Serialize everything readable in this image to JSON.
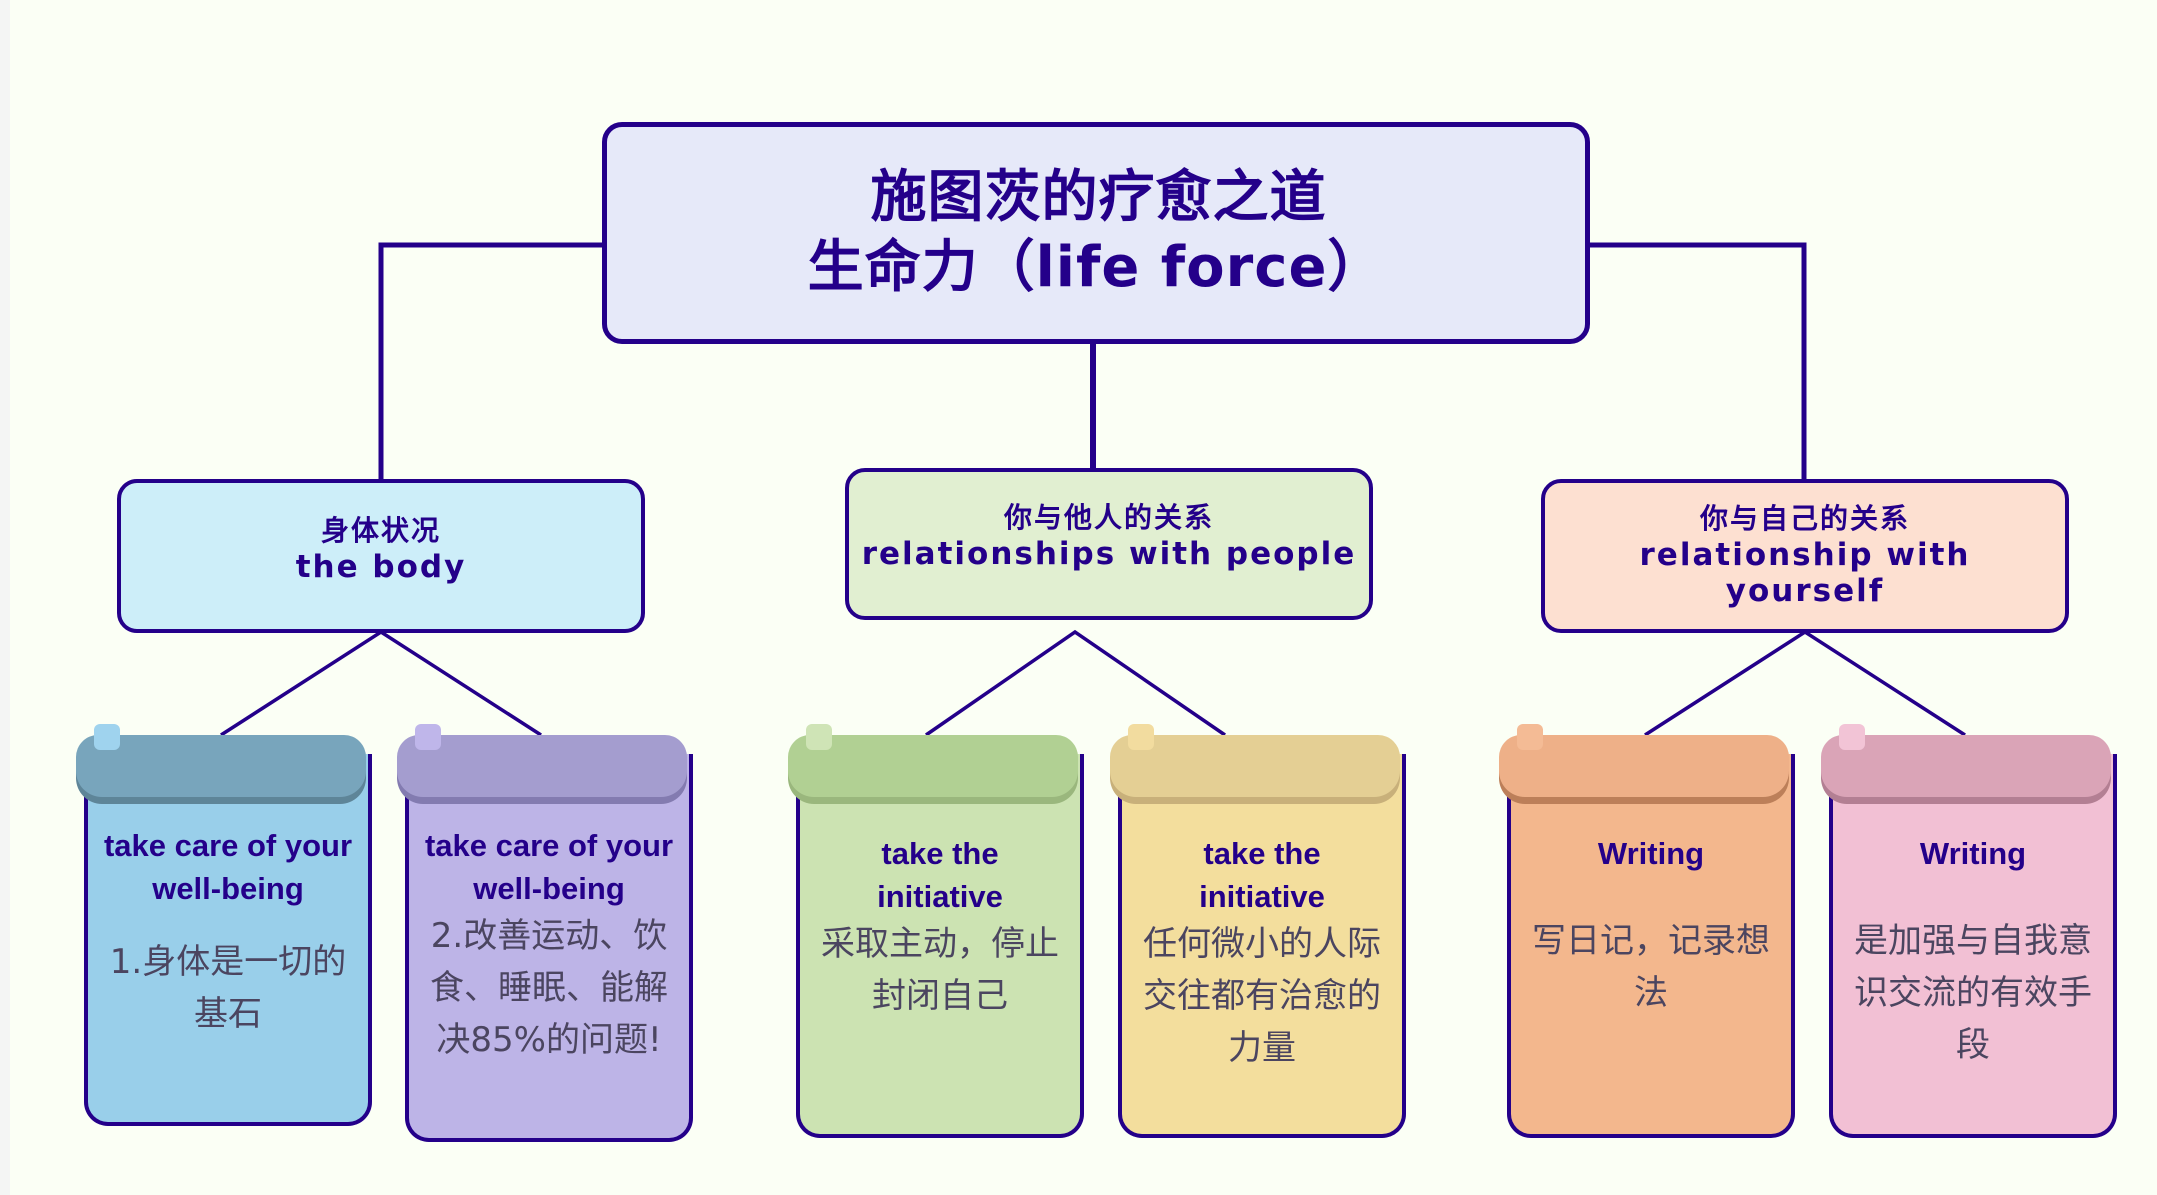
{
  "root": {
    "line1": "施图茨的疗愈之道",
    "line2": "生命力（life force）",
    "fill": "#e6e9f9"
  },
  "branches": [
    {
      "zh": "身体状况",
      "en": "the body",
      "fill": "#cdeef9",
      "cards": [
        {
          "title": "take care of your well-being",
          "text": "1.身体是一切的基石",
          "body_color": "#99cfea",
          "header_color": "#78a5bc",
          "shade_color": "#5e8598",
          "tab_color": "#9fd3ee"
        },
        {
          "title": "take care of your well-being",
          "text": "2.改善运动、饮食、睡眠、能解决85%的问题!",
          "body_color": "#bdb4e7",
          "header_color": "#a49dcf",
          "shade_color": "#837bb0",
          "tab_color": "#bfb6ea"
        }
      ]
    },
    {
      "zh": "你与他人的关系",
      "en": "relationships with people",
      "fill": "#e1efd1",
      "cards": [
        {
          "title": "take the initiative",
          "text": "采取主动，停止封闭自己",
          "body_color": "#cce3b2",
          "header_color": "#b1d093",
          "shade_color": "#9ab77d",
          "tab_color": "#cfe4b6"
        },
        {
          "title": "take the initiative",
          "text": "任何微小的人际交往都有治愈的力量",
          "body_color": "#f3de9d",
          "header_color": "#e4cf94",
          "shade_color": "#c8b07a",
          "tab_color": "#f2dc9f"
        }
      ]
    },
    {
      "zh": "你与自己的关系",
      "en": "relationship with yourself",
      "fill": "#fde0d1",
      "cards": [
        {
          "title": "Writing",
          "text": "写日记，记录想法",
          "body_color": "#f3b78d",
          "header_color": "#eeb088",
          "shade_color": "#bc7f59",
          "tab_color": "#f4bb95"
        },
        {
          "title": "Writing",
          "text": "是加强与自我意识交流的有效手段",
          "body_color": "#f2c0d4",
          "header_color": "#daa4b7",
          "shade_color": "#b37f93",
          "tab_color": "#f2c4d6"
        }
      ]
    }
  ],
  "line_color": "#24008a"
}
